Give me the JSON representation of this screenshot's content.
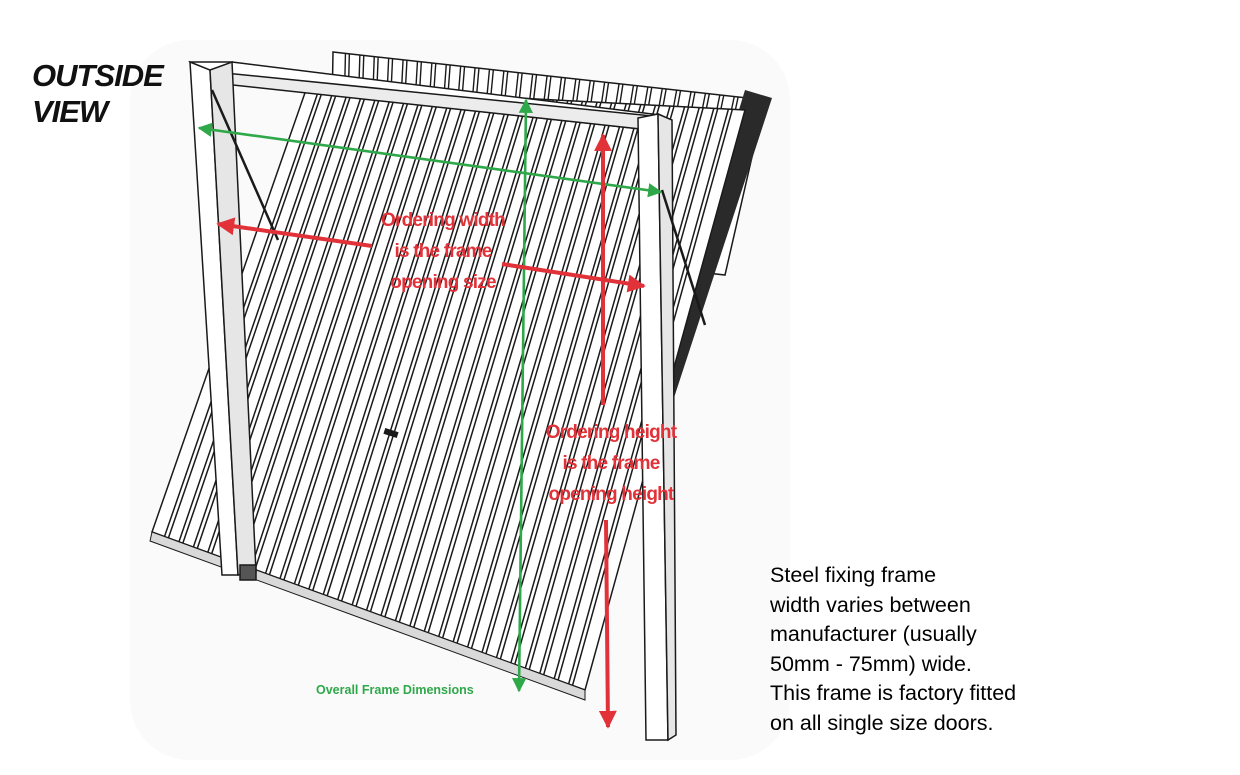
{
  "view_label": {
    "line1": "OUTSIDE",
    "line2": "VIEW"
  },
  "ordering_width_label": {
    "line1": "Ordering width",
    "line2": "is the frame",
    "line3": "opening size"
  },
  "ordering_height_label": {
    "line1": "Ordering height",
    "line2": "is the frame",
    "line3": "opening height"
  },
  "overall_caption": "Overall Frame Dimensions",
  "frame_note": {
    "lines": [
      "Steel fixing frame",
      "width varies between",
      "manufacturer (usually",
      "50mm - 75mm) wide.",
      "This frame is factory fitted",
      "on all single size doors."
    ]
  },
  "colors": {
    "ordering_arrow": "#e03238",
    "overall_arrow": "#2fa84a",
    "outline": "#1a1a1a",
    "panel": "#ffffff",
    "shade": "#d9d9d9"
  }
}
